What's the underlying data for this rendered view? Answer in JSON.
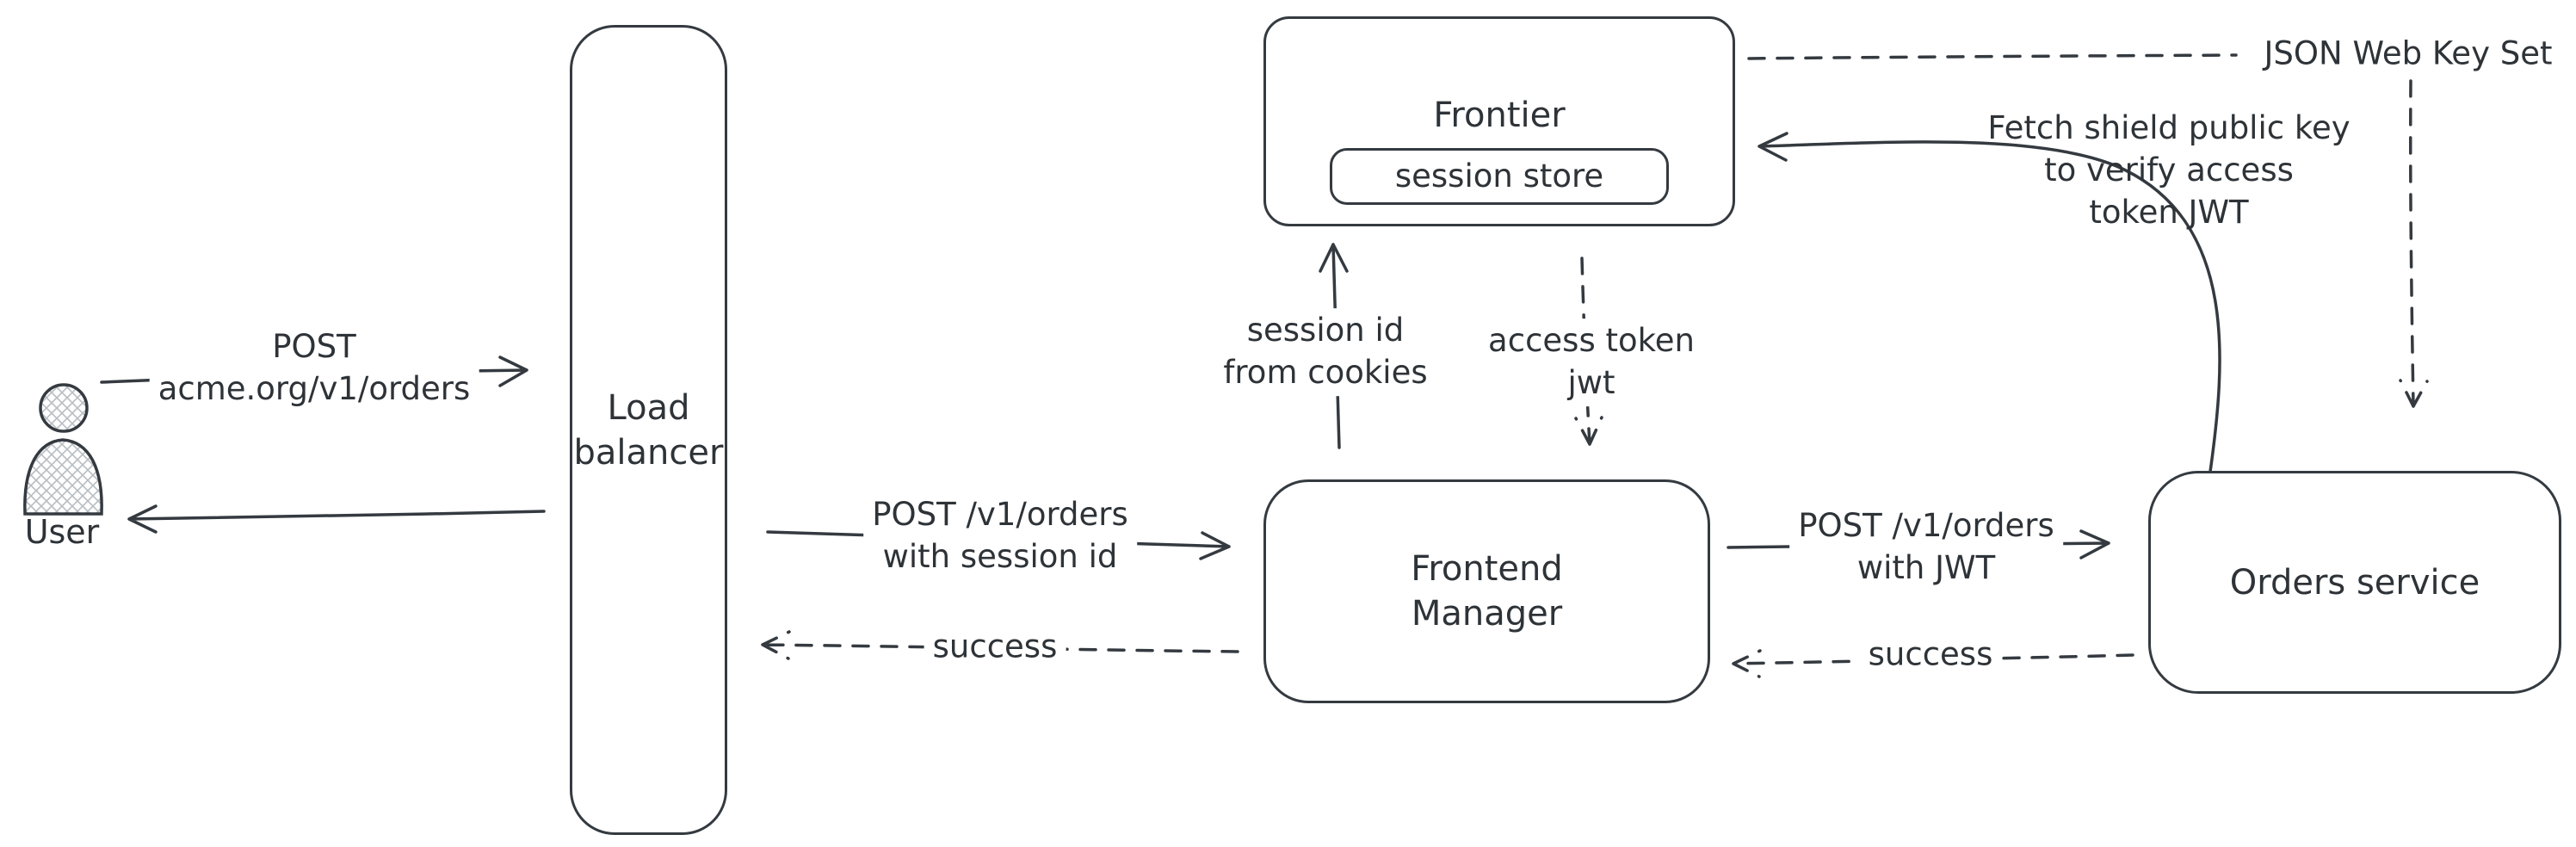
{
  "diagram": {
    "colors": {
      "stroke": "#343a40",
      "text": "#2e3338",
      "background": "#ffffff",
      "hatch_fill": "#b8bdc2"
    },
    "nodes": {
      "user": {
        "label": "User"
      },
      "load_balancer": {
        "label": "Load\nbalancer"
      },
      "frontier": {
        "label": "Frontier",
        "session_store_label": "session store"
      },
      "frontend_manager": {
        "label": "Frontend\nManager"
      },
      "orders_service": {
        "label": "Orders service"
      }
    },
    "edge_labels": {
      "user_to_lb": "POST\nacme.org/v1/orders",
      "lb_to_fm": "POST /v1/orders\nwith session id",
      "fm_to_frontier": "session id\nfrom cookies",
      "frontier_to_fm": "access token\njwt",
      "fm_to_orders": "POST /v1/orders\nwith JWT",
      "fm_to_lb": "success",
      "orders_to_fm": "success",
      "jwks": "JSON Web Key Set",
      "fetch_key": "Fetch shield public key\nto verify access\ntoken JWT"
    }
  }
}
